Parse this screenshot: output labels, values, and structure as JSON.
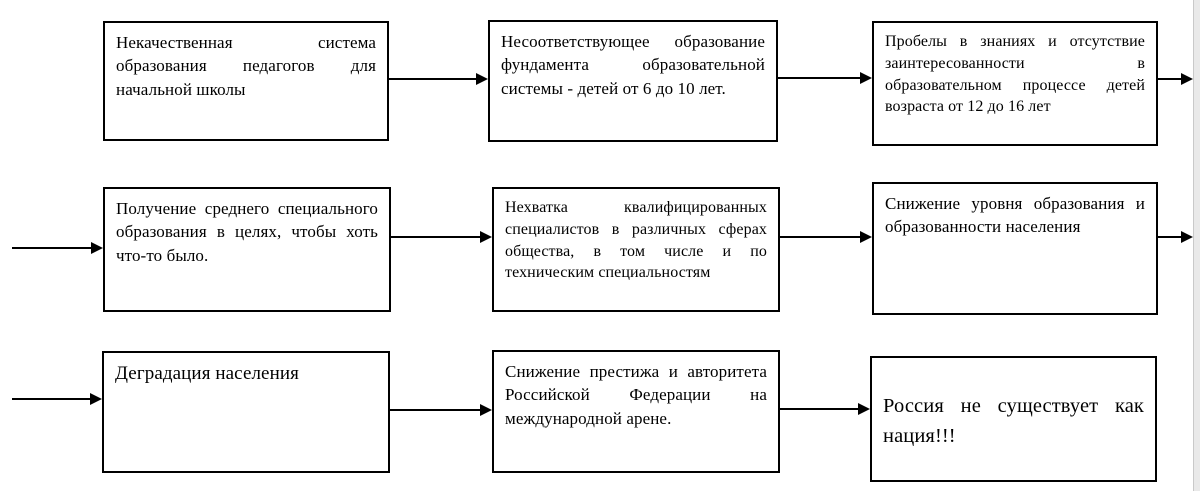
{
  "page": {
    "background_color": "#ffffff",
    "page_edge_color": "#e9e9e9",
    "box_border_color": "#000000",
    "text_color": "#000000",
    "arrow_color": "#000000"
  },
  "diagram": {
    "type": "flowchart",
    "rows": [
      {
        "nodes": [
          {
            "text": "Некачественная система образования педагогов для начальной школы"
          },
          {
            "text": "Несоответствующее образование фундамента образовательной системы - детей от 6 до 10 лет."
          },
          {
            "text": "Пробелы в знаниях и отсутствие заинтересованности в образовательном процессе детей возраста от 12 до 16 лет"
          }
        ]
      },
      {
        "nodes": [
          {
            "text": "Получение среднего специального образования в целях, чтобы хоть что-то было."
          },
          {
            "text": "Нехватка квалифицированных специалистов в различных сферах общества, в том числе и по техническим специальностям"
          },
          {
            "text": "Снижение уровня образования и образованности населения"
          }
        ]
      },
      {
        "nodes": [
          {
            "text": "Деградация населения"
          },
          {
            "text": "Снижение престижа и авторитета Российской Федерации на международной арене."
          },
          {
            "text": "Россия не существует как нация!!!"
          }
        ]
      }
    ]
  }
}
